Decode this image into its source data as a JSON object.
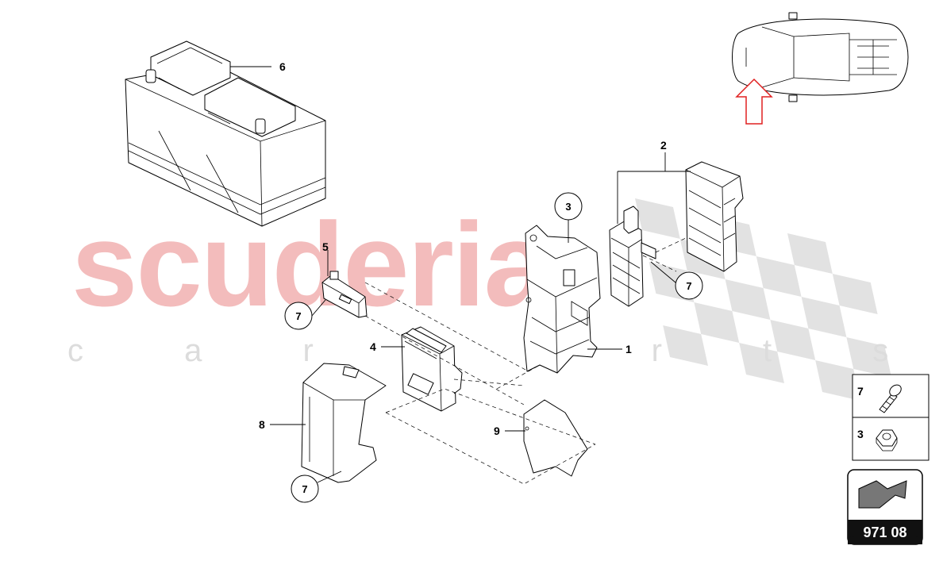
{
  "watermark": {
    "brand": "scuderia",
    "tagline": "c a r   p a r t s"
  },
  "labels": {
    "l1": "1",
    "l2": "2",
    "l3": "3",
    "l4": "4",
    "l5": "5",
    "l6": "6",
    "l7a": "7",
    "l7b": "7",
    "l7c": "7",
    "l8": "8",
    "l9": "9"
  },
  "legend": {
    "row1_num": "7",
    "row2_num": "3"
  },
  "page_badge": {
    "code": "971 08"
  },
  "colors": {
    "watermark_red": "#f3bcbc",
    "checker_gray": "#e2e2e2",
    "arrow_red": "#e02020",
    "badge_dark": "#111111"
  }
}
